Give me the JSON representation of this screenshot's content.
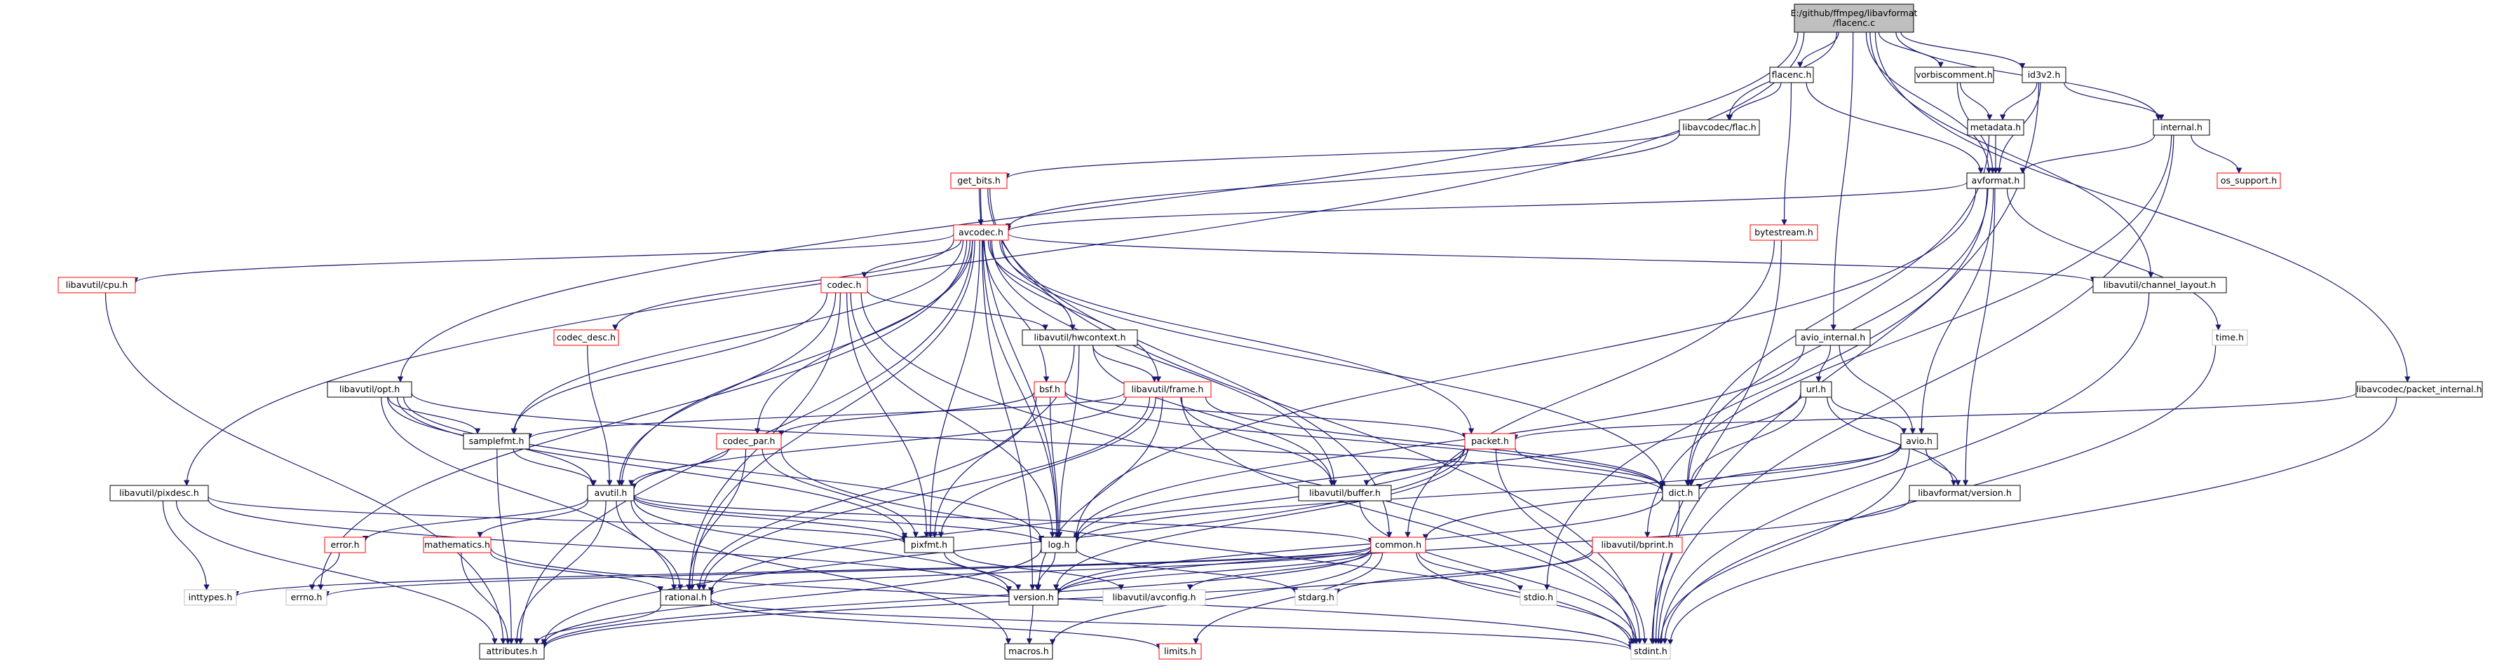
{
  "graph": {
    "root": {
      "id": "root",
      "lines": [
        "E:/github/ffmpeg/libavformat",
        "/flacenc.c"
      ]
    },
    "nodes": [
      {
        "id": "flacenc_h",
        "label": "flacenc.h"
      },
      {
        "id": "vorbiscomment_h",
        "label": "vorbiscomment.h"
      },
      {
        "id": "id3v2_h",
        "label": "id3v2.h"
      },
      {
        "id": "avcodec_flac_h",
        "label": "libavcodec/flac.h"
      },
      {
        "id": "metadata_h",
        "label": "metadata.h"
      },
      {
        "id": "internal_h",
        "label": "internal.h"
      },
      {
        "id": "get_bits_h",
        "label": "get_bits.h",
        "style": "red"
      },
      {
        "id": "avformat_h",
        "label": "avformat.h"
      },
      {
        "id": "os_support_h",
        "label": "os_support.h",
        "style": "red"
      },
      {
        "id": "avcodec_h",
        "label": "avcodec.h",
        "style": "red"
      },
      {
        "id": "bytestream_h",
        "label": "bytestream.h",
        "style": "red"
      },
      {
        "id": "cpu_h",
        "label": "libavutil/cpu.h",
        "style": "red"
      },
      {
        "id": "codec_h",
        "label": "codec.h",
        "style": "red"
      },
      {
        "id": "channel_layout_h",
        "label": "libavutil/channel_layout.h"
      },
      {
        "id": "codec_desc_h",
        "label": "codec_desc.h",
        "style": "red"
      },
      {
        "id": "hwcontext_h",
        "label": "libavutil/hwcontext.h"
      },
      {
        "id": "time_h",
        "label": "time.h",
        "style": "noborder"
      },
      {
        "id": "avio_internal_h",
        "label": "avio_internal.h"
      },
      {
        "id": "opt_h",
        "label": "libavutil/opt.h"
      },
      {
        "id": "bsf_h",
        "label": "bsf.h",
        "style": "red"
      },
      {
        "id": "frame_h",
        "label": "libavutil/frame.h",
        "style": "red"
      },
      {
        "id": "url_h",
        "label": "url.h"
      },
      {
        "id": "packet_internal_h",
        "label": "libavcodec/packet_internal.h"
      },
      {
        "id": "samplefmt_h",
        "label": "samplefmt.h"
      },
      {
        "id": "codec_par_h",
        "label": "codec_par.h",
        "style": "red"
      },
      {
        "id": "packet_h",
        "label": "packet.h",
        "style": "red"
      },
      {
        "id": "avio_h",
        "label": "avio.h"
      },
      {
        "id": "pixdesc_h",
        "label": "libavutil/pixdesc.h"
      },
      {
        "id": "avutil_h",
        "label": "avutil.h"
      },
      {
        "id": "buffer_h",
        "label": "libavutil/buffer.h"
      },
      {
        "id": "dict_h",
        "label": "dict.h"
      },
      {
        "id": "lavf_version_h",
        "label": "libavformat/version.h"
      },
      {
        "id": "error_h",
        "label": "error.h",
        "style": "red"
      },
      {
        "id": "mathematics_h",
        "label": "mathematics.h",
        "style": "red"
      },
      {
        "id": "pixfmt_h",
        "label": "pixfmt.h"
      },
      {
        "id": "log_h",
        "label": "log.h"
      },
      {
        "id": "common_h",
        "label": "common.h",
        "style": "red"
      },
      {
        "id": "bprint_h",
        "label": "libavutil/bprint.h",
        "style": "red"
      },
      {
        "id": "inttypes_h",
        "label": "inttypes.h",
        "style": "noborder"
      },
      {
        "id": "errno_h",
        "label": "errno.h",
        "style": "noborder"
      },
      {
        "id": "rational_h",
        "label": "rational.h"
      },
      {
        "id": "version_h",
        "label": "version.h"
      },
      {
        "id": "avconfig_h",
        "label": "libavutil/avconfig.h",
        "style": "noborder"
      },
      {
        "id": "stdarg_h",
        "label": "stdarg.h",
        "style": "noborder"
      },
      {
        "id": "stdio_h",
        "label": "stdio.h",
        "style": "noborder"
      },
      {
        "id": "attributes_h",
        "label": "attributes.h"
      },
      {
        "id": "macros_h",
        "label": "macros.h"
      },
      {
        "id": "limits_h",
        "label": "limits.h",
        "style": "red"
      },
      {
        "id": "stdint_h",
        "label": "stdint.h",
        "style": "noborder"
      }
    ],
    "edges": [
      [
        "root",
        "flacenc_h"
      ],
      [
        "root",
        "vorbiscomment_h"
      ],
      [
        "root",
        "id3v2_h"
      ],
      [
        "root",
        "internal_h"
      ],
      [
        "root",
        "avformat_h"
      ],
      [
        "root",
        "avcodec_flac_h"
      ],
      [
        "root",
        "channel_layout_h"
      ],
      [
        "root",
        "avio_internal_h"
      ],
      [
        "root",
        "opt_h"
      ],
      [
        "root",
        "pixdesc_h"
      ],
      [
        "root",
        "packet_internal_h"
      ],
      [
        "flacenc_h",
        "avcodec_flac_h"
      ],
      [
        "flacenc_h",
        "bytestream_h"
      ],
      [
        "flacenc_h",
        "avformat_h"
      ],
      [
        "vorbiscomment_h",
        "metadata_h"
      ],
      [
        "vorbiscomment_h",
        "avformat_h"
      ],
      [
        "id3v2_h",
        "metadata_h"
      ],
      [
        "id3v2_h",
        "internal_h"
      ],
      [
        "id3v2_h",
        "avformat_h"
      ],
      [
        "id3v2_h",
        "stdint_h"
      ],
      [
        "avcodec_flac_h",
        "get_bits_h"
      ],
      [
        "avcodec_flac_h",
        "avcodec_h"
      ],
      [
        "metadata_h",
        "avformat_h"
      ],
      [
        "metadata_h",
        "dict_h"
      ],
      [
        "internal_h",
        "avformat_h"
      ],
      [
        "internal_h",
        "os_support_h"
      ],
      [
        "internal_h",
        "bprint_h"
      ],
      [
        "internal_h",
        "stdint_h"
      ],
      [
        "get_bits_h",
        "avcodec_h"
      ],
      [
        "get_bits_h",
        "common_h"
      ],
      [
        "get_bits_h",
        "log_h"
      ],
      [
        "get_bits_h",
        "stdint_h"
      ],
      [
        "avformat_h",
        "avcodec_h"
      ],
      [
        "avformat_h",
        "avio_h"
      ],
      [
        "avformat_h",
        "dict_h"
      ],
      [
        "avformat_h",
        "lavf_version_h"
      ],
      [
        "avformat_h",
        "log_h"
      ],
      [
        "avformat_h",
        "time_h"
      ],
      [
        "avformat_h",
        "stdio_h"
      ],
      [
        "avcodec_h",
        "cpu_h"
      ],
      [
        "avcodec_h",
        "codec_h"
      ],
      [
        "avcodec_h",
        "channel_layout_h"
      ],
      [
        "avcodec_h",
        "codec_desc_h"
      ],
      [
        "avcodec_h",
        "hwcontext_h"
      ],
      [
        "avcodec_h",
        "bsf_h"
      ],
      [
        "avcodec_h",
        "frame_h"
      ],
      [
        "avcodec_h",
        "samplefmt_h"
      ],
      [
        "avcodec_h",
        "codec_par_h"
      ],
      [
        "avcodec_h",
        "packet_h"
      ],
      [
        "avcodec_h",
        "avutil_h"
      ],
      [
        "avcodec_h",
        "buffer_h"
      ],
      [
        "avcodec_h",
        "dict_h"
      ],
      [
        "avcodec_h",
        "pixfmt_h"
      ],
      [
        "avcodec_h",
        "log_h"
      ],
      [
        "avcodec_h",
        "rational_h"
      ],
      [
        "avcodec_h",
        "errno_h"
      ],
      [
        "avcodec_h",
        "attributes_h"
      ],
      [
        "avcodec_h",
        "version_h"
      ],
      [
        "bytestream_h",
        "common_h"
      ],
      [
        "bytestream_h",
        "stdint_h"
      ],
      [
        "cpu_h",
        "attributes_h"
      ],
      [
        "codec_h",
        "hwcontext_h"
      ],
      [
        "codec_h",
        "samplefmt_h"
      ],
      [
        "codec_h",
        "avutil_h"
      ],
      [
        "codec_h",
        "log_h"
      ],
      [
        "codec_h",
        "pixfmt_h"
      ],
      [
        "codec_h",
        "rational_h"
      ],
      [
        "codec_h",
        "stdint_h"
      ],
      [
        "channel_layout_h",
        "stdint_h"
      ],
      [
        "codec_desc_h",
        "avutil_h"
      ],
      [
        "hwcontext_h",
        "buffer_h"
      ],
      [
        "hwcontext_h",
        "frame_h"
      ],
      [
        "hwcontext_h",
        "log_h"
      ],
      [
        "hwcontext_h",
        "pixfmt_h"
      ],
      [
        "time_h",
        "stdint_h"
      ],
      [
        "avio_internal_h",
        "url_h"
      ],
      [
        "avio_internal_h",
        "avio_h"
      ],
      [
        "avio_internal_h",
        "log_h"
      ],
      [
        "opt_h",
        "samplefmt_h"
      ],
      [
        "opt_h",
        "avutil_h"
      ],
      [
        "opt_h",
        "dict_h"
      ],
      [
        "opt_h",
        "log_h"
      ],
      [
        "opt_h",
        "pixfmt_h"
      ],
      [
        "opt_h",
        "rational_h"
      ],
      [
        "bsf_h",
        "codec_par_h"
      ],
      [
        "bsf_h",
        "packet_h"
      ],
      [
        "bsf_h",
        "dict_h"
      ],
      [
        "bsf_h",
        "log_h"
      ],
      [
        "bsf_h",
        "rational_h"
      ],
      [
        "frame_h",
        "avutil_h"
      ],
      [
        "frame_h",
        "buffer_h"
      ],
      [
        "frame_h",
        "dict_h"
      ],
      [
        "frame_h",
        "samplefmt_h"
      ],
      [
        "frame_h",
        "pixfmt_h"
      ],
      [
        "frame_h",
        "rational_h"
      ],
      [
        "frame_h",
        "version_h"
      ],
      [
        "frame_h",
        "stdint_h"
      ],
      [
        "url_h",
        "avio_h"
      ],
      [
        "url_h",
        "dict_h"
      ],
      [
        "url_h",
        "lavf_version_h"
      ],
      [
        "url_h",
        "log_h"
      ],
      [
        "packet_internal_h",
        "packet_h"
      ],
      [
        "packet_internal_h",
        "stdint_h"
      ],
      [
        "samplefmt_h",
        "avutil_h"
      ],
      [
        "samplefmt_h",
        "attributes_h"
      ],
      [
        "codec_par_h",
        "avutil_h"
      ],
      [
        "codec_par_h",
        "pixfmt_h"
      ],
      [
        "codec_par_h",
        "rational_h"
      ],
      [
        "codec_par_h",
        "stdint_h"
      ],
      [
        "packet_h",
        "buffer_h"
      ],
      [
        "packet_h",
        "dict_h"
      ],
      [
        "packet_h",
        "rational_h"
      ],
      [
        "packet_h",
        "version_h"
      ],
      [
        "packet_h",
        "stdint_h"
      ],
      [
        "packet_h",
        "attributes_h"
      ],
      [
        "avio_h",
        "dict_h"
      ],
      [
        "avio_h",
        "log_h"
      ],
      [
        "avio_h",
        "lavf_version_h"
      ],
      [
        "avio_h",
        "common_h"
      ],
      [
        "avio_h",
        "stdint_h"
      ],
      [
        "pixdesc_h",
        "inttypes_h"
      ],
      [
        "pixdesc_h",
        "pixfmt_h"
      ],
      [
        "pixdesc_h",
        "version_h"
      ],
      [
        "pixdesc_h",
        "attributes_h"
      ],
      [
        "avutil_h",
        "error_h"
      ],
      [
        "avutil_h",
        "mathematics_h"
      ],
      [
        "avutil_h",
        "rational_h"
      ],
      [
        "avutil_h",
        "version_h"
      ],
      [
        "avutil_h",
        "macros_h"
      ],
      [
        "avutil_h",
        "log_h"
      ],
      [
        "avutil_h",
        "pixfmt_h"
      ],
      [
        "avutil_h",
        "common_h"
      ],
      [
        "avutil_h",
        "attributes_h"
      ],
      [
        "buffer_h",
        "stdint_h"
      ],
      [
        "dict_h",
        "stdint_h"
      ],
      [
        "dict_h",
        "version_h"
      ],
      [
        "lavf_version_h",
        "version_h"
      ],
      [
        "error_h",
        "errno_h"
      ],
      [
        "mathematics_h",
        "rational_h"
      ],
      [
        "mathematics_h",
        "attributes_h"
      ],
      [
        "mathematics_h",
        "stdint_h"
      ],
      [
        "pixfmt_h",
        "version_h"
      ],
      [
        "pixfmt_h",
        "avconfig_h"
      ],
      [
        "log_h",
        "version_h"
      ],
      [
        "log_h",
        "stdarg_h"
      ],
      [
        "log_h",
        "attributes_h"
      ],
      [
        "common_h",
        "inttypes_h"
      ],
      [
        "common_h",
        "errno_h"
      ],
      [
        "common_h",
        "rational_h"
      ],
      [
        "common_h",
        "version_h"
      ],
      [
        "common_h",
        "avconfig_h"
      ],
      [
        "common_h",
        "stdio_h"
      ],
      [
        "common_h",
        "attributes_h"
      ],
      [
        "common_h",
        "macros_h"
      ],
      [
        "common_h",
        "limits_h"
      ],
      [
        "common_h",
        "stdint_h"
      ],
      [
        "bprint_h",
        "stdarg_h"
      ],
      [
        "bprint_h",
        "attributes_h"
      ],
      [
        "rational_h",
        "stdint_h"
      ],
      [
        "rational_h",
        "attributes_h"
      ],
      [
        "rational_h",
        "limits_h"
      ],
      [
        "version_h",
        "macros_h"
      ]
    ]
  }
}
